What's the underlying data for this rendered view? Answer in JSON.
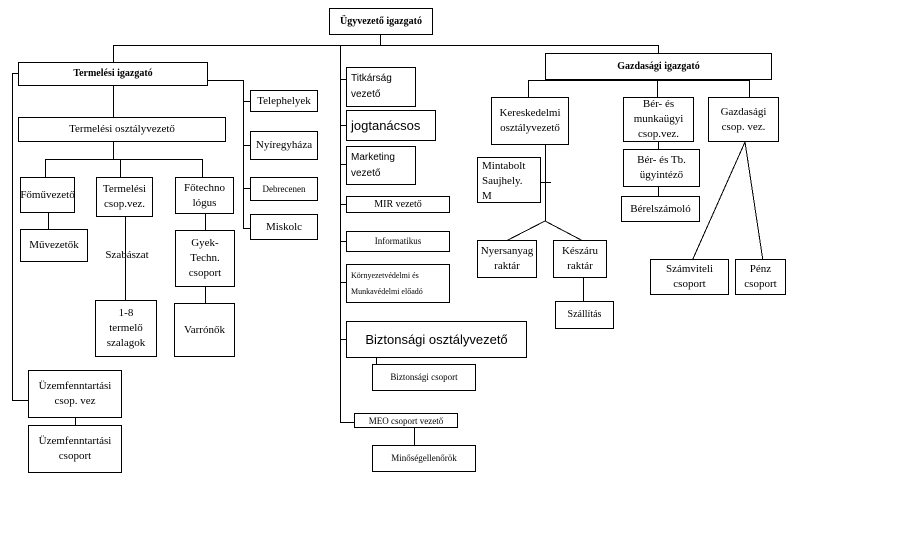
{
  "org_chart": {
    "ceo": "Ügyvezető igazgató",
    "production": {
      "director": "Termelési igazgató",
      "department_head": "Termelési osztályvezető",
      "foreman": "Főművezető",
      "supervisors": "Művezetők",
      "production_group_lead": "Termelési\ncsop.vez.",
      "cutting": "Szabászat",
      "sewing_lines": "1-8\ntermelő\nszalagok",
      "chief_technologist": "Főtechno\nlógus",
      "tech_group": "Gyek-\nTechn.\ncsoport",
      "seamstresses": "Varrónők",
      "maintenance_lead": "Üzemfenntartási\ncsop. vez",
      "maintenance_group": "Üzemfenntartási\ncsoport"
    },
    "sites": {
      "title": "Telephelyek",
      "items": [
        "Nyíregyháza",
        "Debrecenen",
        "Miskolc"
      ]
    },
    "staff": {
      "secretariat": "Titkárság\nvezető",
      "legal": "jogtanácsos",
      "marketing": "Marketing\nvezető",
      "mir": "MIR vezető",
      "it": "Informatikus",
      "env_safety": "Környezetvédelmi és\nMunkavédelmi előadó",
      "security_head": "Biztonsági osztályvezető",
      "security_group": "Biztonsági csoport",
      "qa_head": "MEO csoport vezető",
      "quality_inspectors": "Minőségellenőrök"
    },
    "economic": {
      "director": "Gazdasági igazgató",
      "commerce_head": "Kereskedelmi\nosztályvezető",
      "sample_shop": "Mintabolt\nSaujhely.\nM",
      "raw_store": "Nyersanyag\nraktár",
      "finished_store": "Készáru\nraktár",
      "shipping": "Szállítás",
      "payroll_lead": "Bér- és\nmunkaügyi\ncsop.vez.",
      "payroll_admin": "Bér- és Tb.\nügyintéző",
      "payroll_accountant": "Bérelszámoló",
      "finance_lead": "Gazdasági\ncsop. vez.",
      "accounting_group": "Számviteli\ncsoport",
      "cash_group": "Pénz\ncsoport"
    }
  }
}
